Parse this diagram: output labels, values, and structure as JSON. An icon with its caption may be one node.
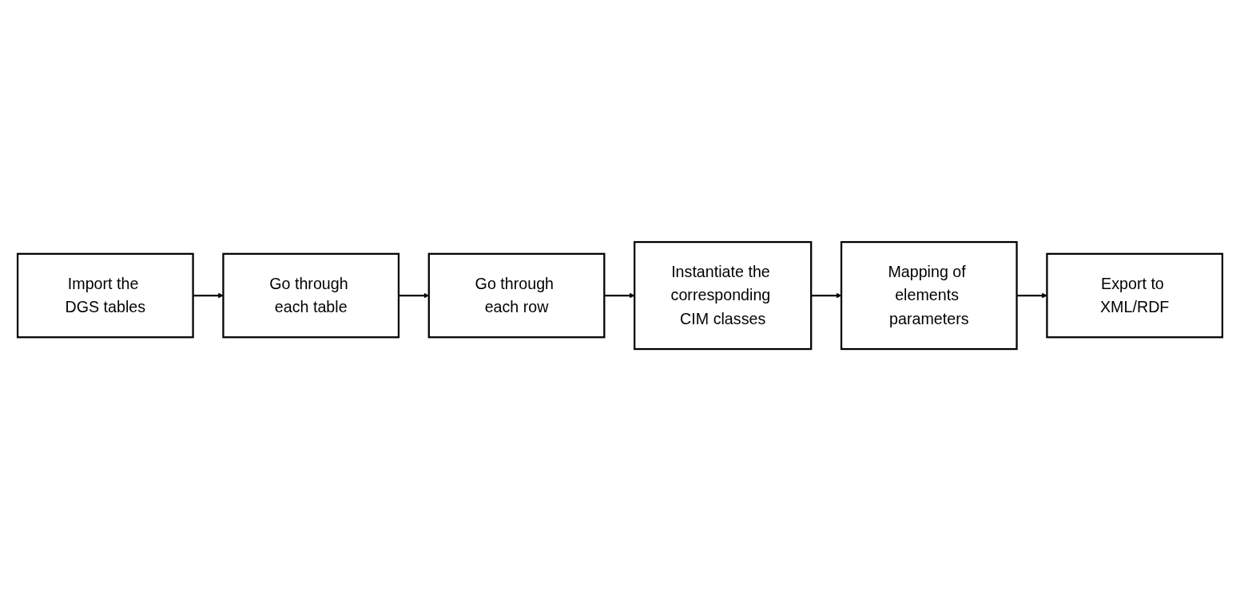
{
  "diagram": {
    "nodes": [
      {
        "text": [
          "Import the DGS tables"
        ]
      },
      {
        "text": [
          "Go through each table"
        ]
      },
      {
        "text": [
          "Go through each row"
        ]
      },
      {
        "text": [
          "Instantiate the corresponding CIM classes"
        ]
      },
      {
        "text": [
          "Mapping of elements parameters"
        ]
      },
      {
        "text": [
          "Export to XML/RDF"
        ]
      }
    ],
    "edges": [
      {
        "from": 0,
        "to": 1,
        "arrow": "to"
      },
      {
        "from": 1,
        "to": 2,
        "arrow": "to"
      },
      {
        "from": 2,
        "to": 3,
        "arrow": "to"
      },
      {
        "from": 3,
        "to": 4,
        "arrow": "to"
      },
      {
        "from": 4,
        "to": 5,
        "arrow": "to"
      }
    ]
  }
}
